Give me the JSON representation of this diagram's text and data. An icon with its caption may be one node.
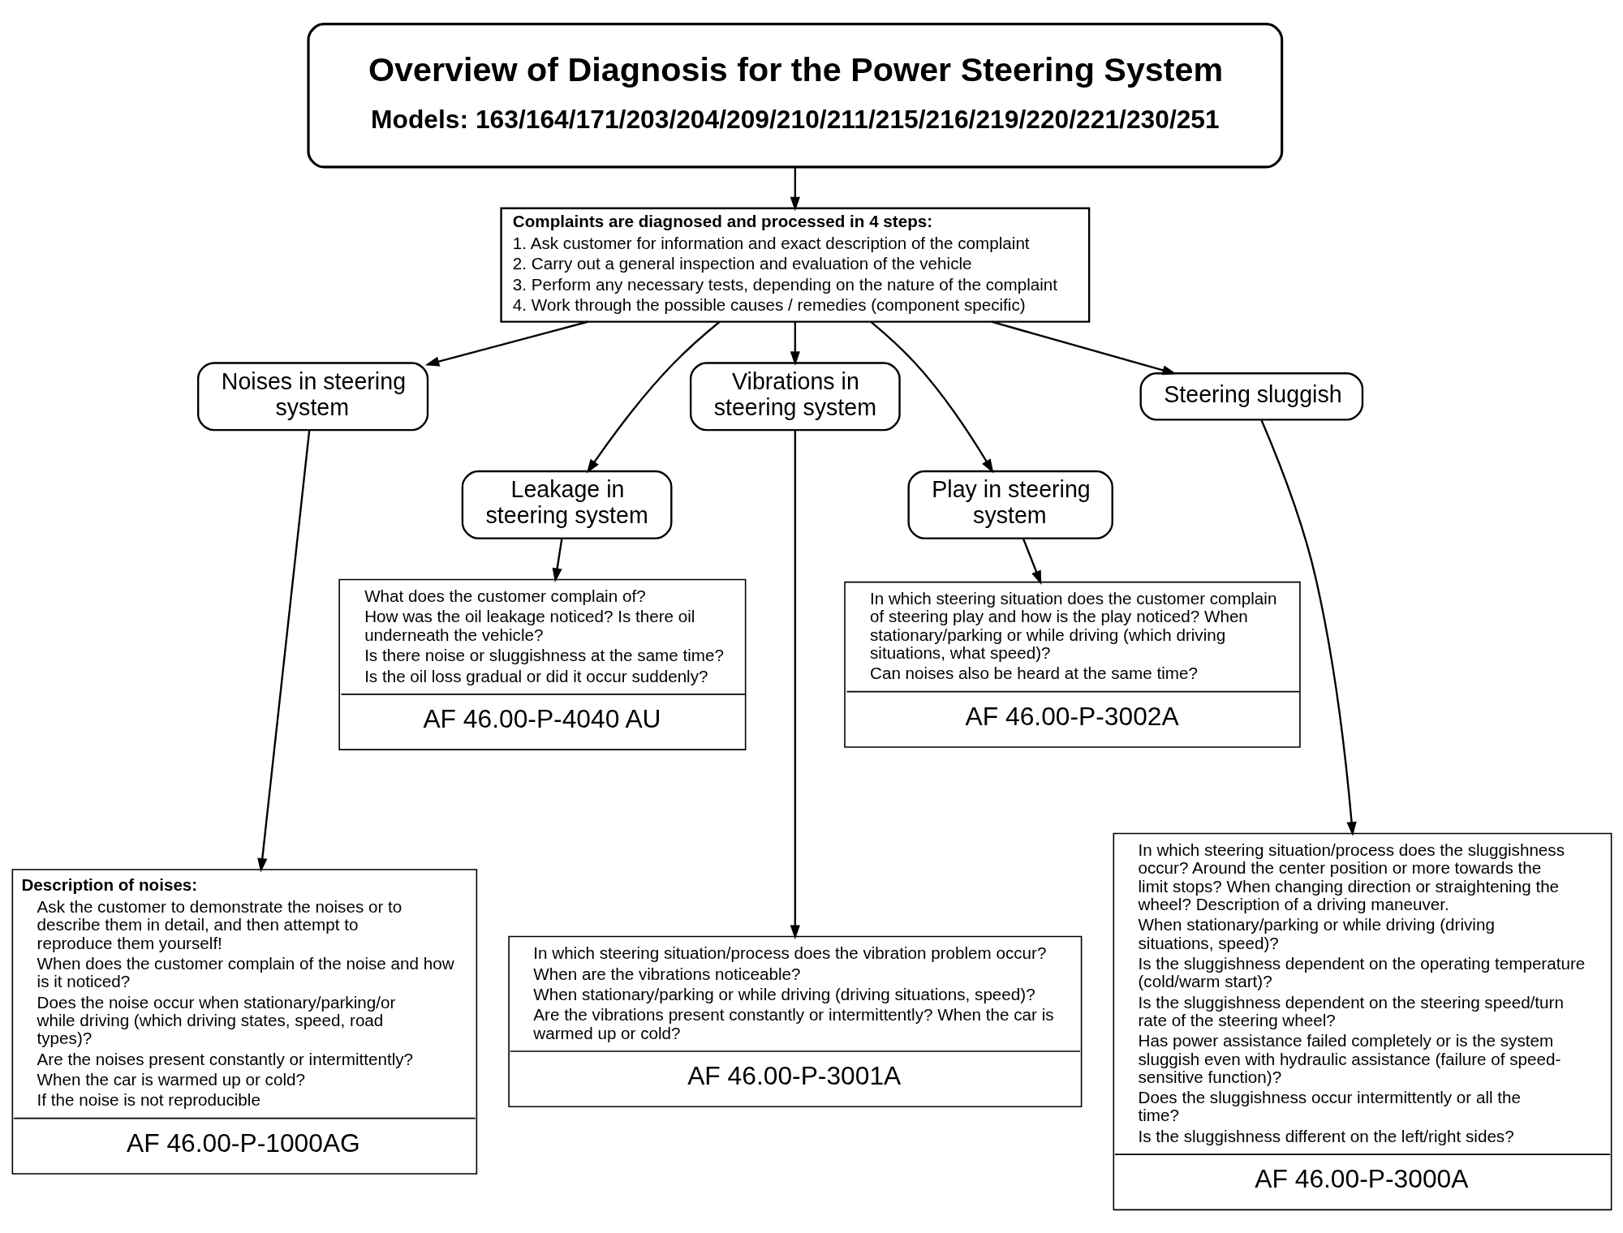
{
  "diagram": {
    "nodes": [
      {
        "text": [
          "Overview of Diagnosis for the Power Steering System",
          "Models: 163/164/171/203/204/209/210/211/215/216/219/220/221/230/251"
        ]
      },
      {
        "text": [
          "Complaints are diagnosed and processed in 4 steps:",
          "1. Ask customer for information and exact description of the complaint",
          "2. Carry out a general inspection and evaluation of the vehicle",
          "3. Perform any necessary tests, depending on the nature of the complaint",
          "4. Work through the possible causes / remedies (component specific)"
        ]
      },
      {
        "text": [
          "Noises in steering system"
        ]
      },
      {
        "text": [
          "Vibrations in steering system"
        ]
      },
      {
        "text": [
          "Steering sluggish"
        ]
      },
      {
        "text": [
          "Leakage in steering system"
        ]
      },
      {
        "text": [
          "Play in steering system"
        ]
      },
      {
        "text": [
          "What does the customer complain of?",
          "How was the oil leakage noticed? Is there oil underneath the vehicle?",
          "Is there noise or sluggishness at the same time?",
          "Is the oil loss gradual or did it occur suddenly?",
          "AF 46.00-P-4040 AU"
        ]
      },
      {
        "text": [
          "In which steering situation does the customer complain of steering play and how is the play noticed? When stationary/parking or while driving (which driving situations, what speed)?",
          "Can noises also be heard at the same time?",
          "AF 46.00-P-3002A"
        ]
      },
      {
        "text": [
          "Description of noises:",
          "Ask the customer to demonstrate the noises or to describe them in detail, and then attempt to reproduce them yourself!",
          "When does the customer complain of the noise and how is it noticed?",
          "Does the noise occur when stationary/parking/or while driving (which driving states, speed, road types)?",
          "Are the noises present constantly or intermittently?",
          "When the car is warmed up or cold?",
          "If the noise is not reproducible",
          "AF 46.00-P-1000AG"
        ]
      },
      {
        "text": [
          "In which steering situation/process does the vibration problem occur?",
          "When are the vibrations noticeable?",
          "When stationary/parking or while driving (driving situations, speed)?",
          "Are the vibrations present constantly or intermittently? When the car is warmed up or cold?",
          "AF 46.00-P-3001A"
        ]
      },
      {
        "text": [
          "In which steering situation/process does the sluggishness occur? Around the center position or more towards the limit stops? When changing direction or straightening the wheel? Description of a driving maneuver.",
          "When stationary/parking or while driving (driving situations, speed)?",
          "Is the sluggishness dependent on the operating temperature (cold/warm start)?",
          "Is the sluggishness dependent on the steering speed/turn rate of the steering wheel?",
          "Has power assistance failed completely or is the system sluggish even with hydraulic assistance (failure of speed-sensitive function)?",
          "Does the sluggishness occur intermittently or all the time?",
          "Is the sluggishness different on the left/right sides?",
          "AF 46.00-P-3000A"
        ]
      }
    ],
    "edges": [
      {
        "from": 0,
        "to": 1,
        "arrow": "to"
      },
      {
        "from": 1,
        "to": 2,
        "arrow": "to"
      },
      {
        "from": 1,
        "to": 5,
        "arrow": "to"
      },
      {
        "from": 1,
        "to": 3,
        "arrow": "to"
      },
      {
        "from": 1,
        "to": 6,
        "arrow": "to"
      },
      {
        "from": 1,
        "to": 4,
        "arrow": "to"
      },
      {
        "from": 5,
        "to": 7,
        "arrow": "to"
      },
      {
        "from": 6,
        "to": 8,
        "arrow": "to"
      },
      {
        "from": 2,
        "to": 9,
        "arrow": "to"
      },
      {
        "from": 3,
        "to": 10,
        "arrow": "to"
      },
      {
        "from": 4,
        "to": 11,
        "arrow": "to"
      }
    ]
  }
}
